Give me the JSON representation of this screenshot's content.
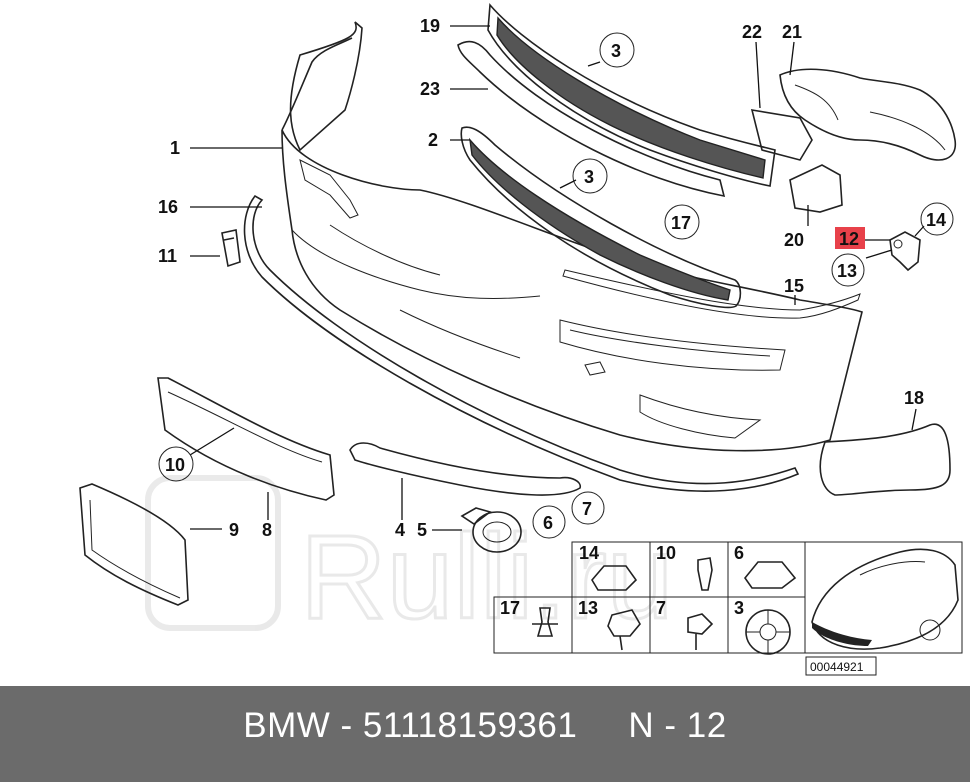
{
  "callouts": [
    {
      "id": "19",
      "text": "19"
    },
    {
      "id": "23",
      "text": "23"
    },
    {
      "id": "1",
      "text": "1"
    },
    {
      "id": "2",
      "text": "2"
    },
    {
      "id": "16",
      "text": "16"
    },
    {
      "id": "11",
      "text": "11"
    },
    {
      "id": "22",
      "text": "22"
    },
    {
      "id": "21",
      "text": "21"
    },
    {
      "id": "20",
      "text": "20"
    },
    {
      "id": "12",
      "text": "12"
    },
    {
      "id": "13",
      "text": "13"
    },
    {
      "id": "14",
      "text": "14"
    },
    {
      "id": "15",
      "text": "15"
    },
    {
      "id": "18",
      "text": "18"
    },
    {
      "id": "10",
      "text": "10"
    },
    {
      "id": "9",
      "text": "9"
    },
    {
      "id": "8",
      "text": "8"
    },
    {
      "id": "4",
      "text": "4"
    },
    {
      "id": "5",
      "text": "5"
    },
    {
      "id": "6",
      "text": "6"
    },
    {
      "id": "7",
      "text": "7"
    },
    {
      "id": "3a",
      "text": "3"
    },
    {
      "id": "3b",
      "text": "3"
    },
    {
      "id": "17",
      "text": "17"
    }
  ],
  "highlighted_part": "12",
  "hardware_table": {
    "top_row": [
      "14",
      "10",
      "6"
    ],
    "bottom_row": [
      "17",
      "13",
      "7",
      "3"
    ]
  },
  "diagram_number": "00044921",
  "watermark": "Rulli.ru",
  "footer": {
    "text": "BMW - 51118159361     N - 12"
  },
  "colors": {
    "highlight": "#e8414a",
    "footer_bg": "#6b6b6b",
    "footer_text": "#ffffff"
  }
}
